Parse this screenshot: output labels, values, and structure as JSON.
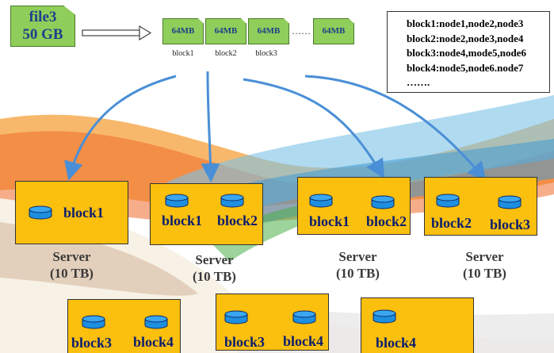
{
  "file": {
    "name": "file3",
    "size": "50 GB"
  },
  "chunks": [
    {
      "size": "64MB",
      "label": "block1"
    },
    {
      "size": "64MB",
      "label": "block2"
    },
    {
      "size": "64MB",
      "label": "block3"
    },
    {
      "size": "64MB",
      "label": ""
    }
  ],
  "ellipsis": "……",
  "mapping": [
    "block1:node1,node2,node3",
    "block2:node2,node3,node4",
    "block3:node4,mode5,node6",
    "block4:node5,node6.node7",
    "……."
  ],
  "servers": [
    {
      "blocks": [
        "block1"
      ],
      "label": "Server",
      "capacity": "(10 TB)"
    },
    {
      "blocks": [
        "block1",
        "block2"
      ],
      "label": "Server",
      "capacity": "(10 TB)"
    },
    {
      "blocks": [
        "block1",
        "block2"
      ],
      "label": "Server",
      "capacity": "(10 TB)"
    },
    {
      "blocks": [
        "block2",
        "block3"
      ],
      "label": "Server",
      "capacity": "(10 TB)"
    },
    {
      "blocks": [
        "block3",
        "block4"
      ]
    },
    {
      "blocks": [
        "block3",
        "block4"
      ]
    },
    {
      "blocks": [
        "block4"
      ]
    }
  ],
  "colors": {
    "server_fill": "#fbbf0d",
    "chunk_fill": "#8fce5a",
    "arrow": "#4a8fd6",
    "label_text": "#0a1e6e"
  }
}
